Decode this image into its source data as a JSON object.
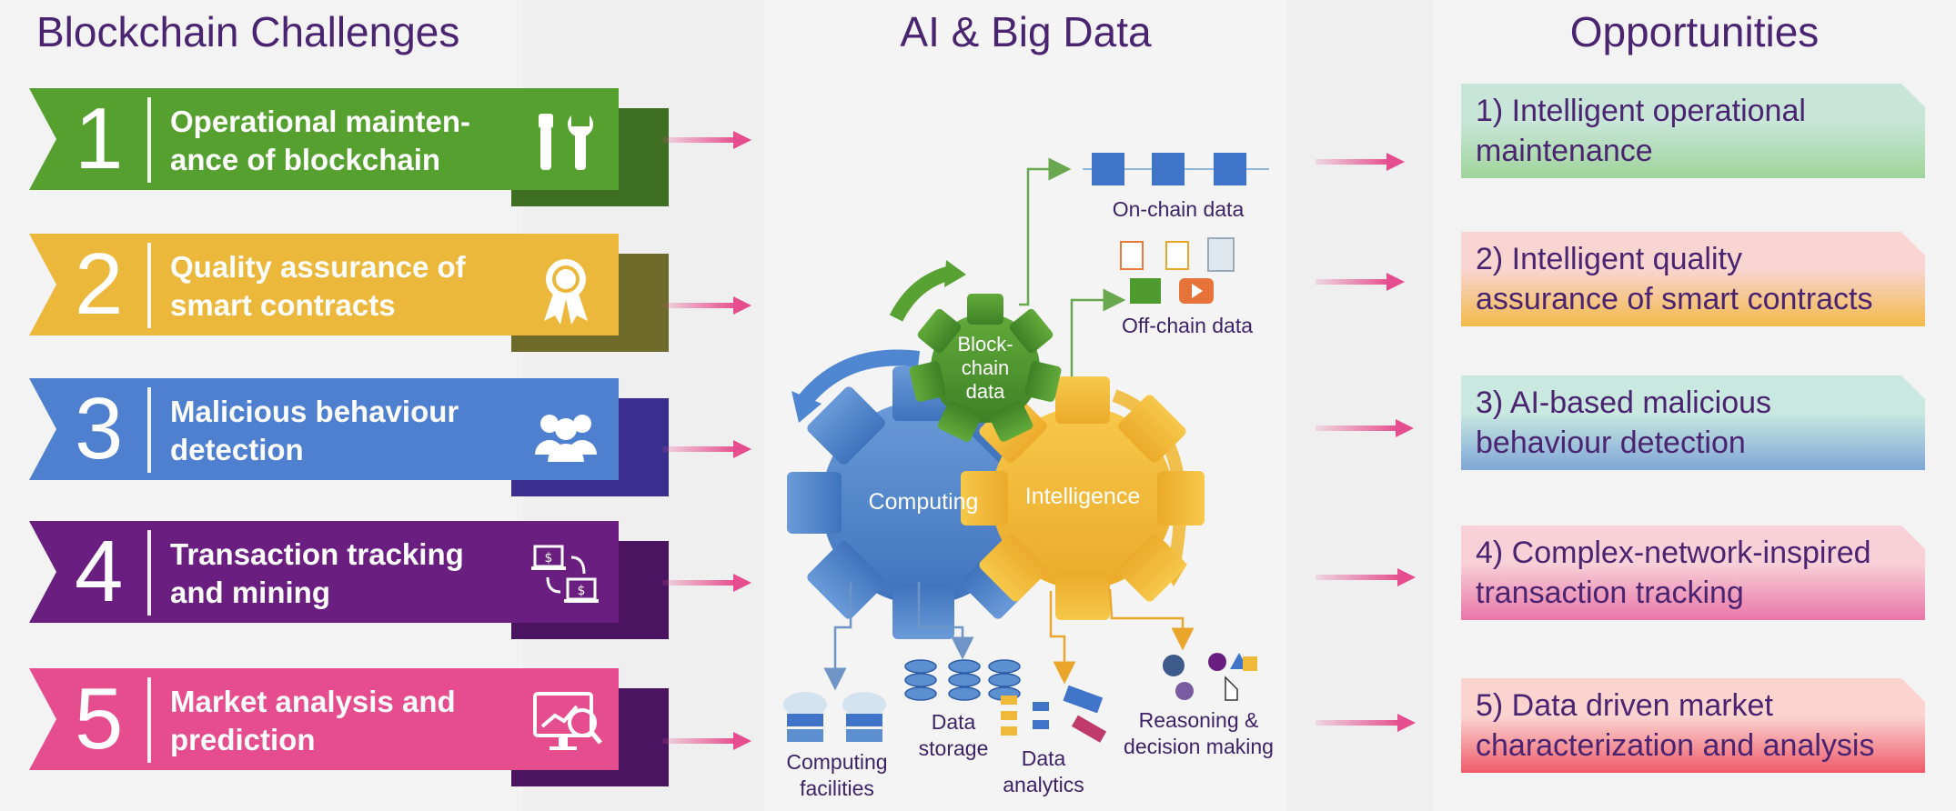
{
  "columns": {
    "challenges_title": "Blockchain Challenges",
    "center_title": "AI & Big Data",
    "opportunities_title": "Opportunities"
  },
  "challenges": [
    {
      "num": "1",
      "line1": "Operational mainten-",
      "line2": "ance of blockchain",
      "icon": "tools-icon",
      "color": "#55a02f",
      "dark": "#3d6e22"
    },
    {
      "num": "2",
      "line1": "Quality assurance of",
      "line2": "smart contracts",
      "icon": "award-ribbon-icon",
      "color": "#ecb83c",
      "dark": "#6e6a2a"
    },
    {
      "num": "3",
      "line1": "Malicious behaviour",
      "line2": "detection",
      "icon": "users-group-icon",
      "color": "#4f7fcf",
      "dark": "#3a2f8e"
    },
    {
      "num": "4",
      "line1": "Transaction tracking",
      "line2": "and mining",
      "icon": "money-transfer-icon",
      "color": "#6a1f80",
      "dark": "#4a1460"
    },
    {
      "num": "5",
      "line1": "Market analysis and",
      "line2": "prediction",
      "icon": "market-chart-icon",
      "color": "#e64d8e",
      "dark": "#4a1460"
    }
  ],
  "center": {
    "gears": {
      "computing": "Computing",
      "intelligence": "Intelligence",
      "blockchain_line1": "Block-",
      "blockchain_line2": "chain",
      "blockchain_line3": "data"
    },
    "labels": {
      "onchain": "On-chain data",
      "offchain": "Off-chain data",
      "facilities_1": "Computing",
      "facilities_2": "facilities",
      "storage_1": "Data",
      "storage_2": "storage",
      "analytics_1": "Data",
      "analytics_2": "analytics",
      "reasoning_1": "Reasoning &",
      "reasoning_2": "decision making"
    },
    "colors": {
      "computing": "#5b8fd0",
      "intelligence": "#f0b93a",
      "blockchain": "#4f9a2f"
    }
  },
  "opportunities": [
    {
      "line1": "1) Intelligent operational",
      "line2": "maintenance",
      "top": "#c8e6d8",
      "bottom": "#9fd49a"
    },
    {
      "line1": "2) Intelligent quality",
      "line2": "assurance of smart contracts",
      "top": "#f8d5d0",
      "bottom": "#f3b94a"
    },
    {
      "line1": "3) AI-based malicious",
      "line2": "behaviour detection",
      "top": "#c8e8e0",
      "bottom": "#7fa6d6"
    },
    {
      "line1": "4) Complex-network-inspired",
      "line2": "transaction tracking",
      "top": "#f8d0d8",
      "bottom": "#e976a8"
    },
    {
      "line1": "5) Data driven market",
      "line2": "characterization and analysis",
      "top": "#fbd4d0",
      "bottom": "#ef5a6a"
    }
  ]
}
